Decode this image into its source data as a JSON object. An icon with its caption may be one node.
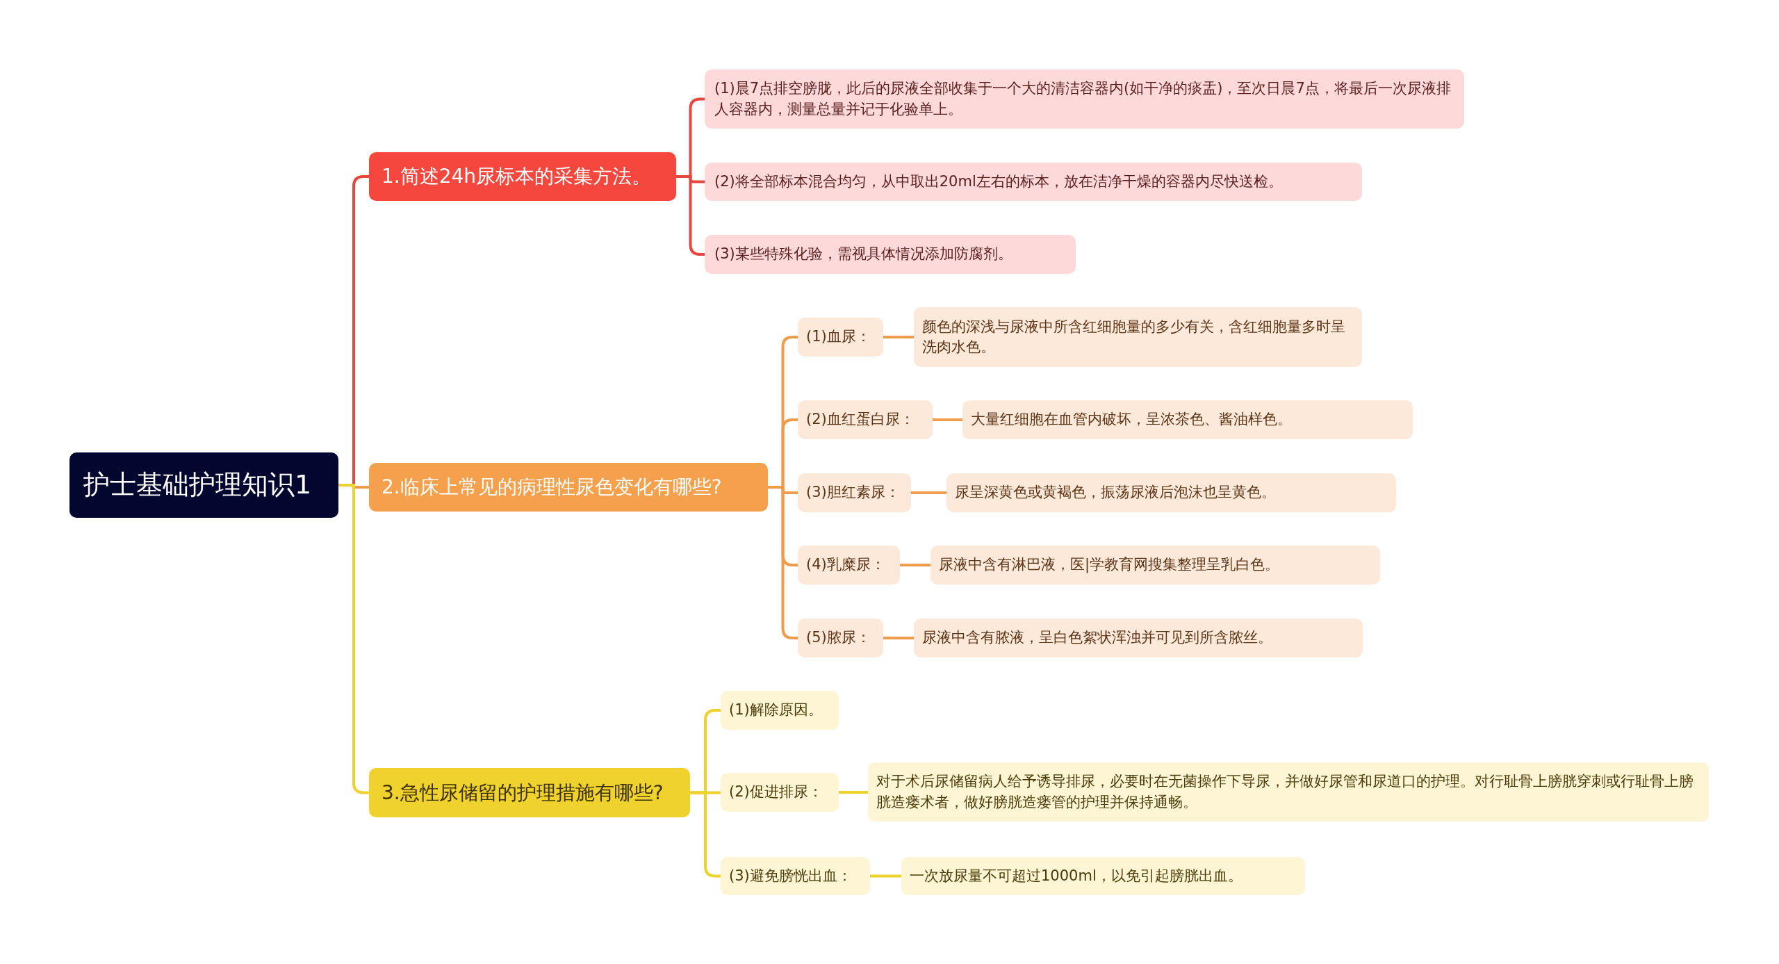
{
  "diagram": {
    "nodes": [
      {
        "text": [
          "护士基础护理知识1"
        ]
      },
      {
        "text": [
          "1.简述24h尿标本的采集方法。"
        ]
      },
      {
        "text": [
          "2.临床上常见的病理性尿色变化有哪些?"
        ]
      },
      {
        "text": [
          "3.急性尿储留的护理措施有哪些?"
        ]
      },
      {
        "text": [
          "(1)晨7点排空膀胧，此后的尿液全部收集于一个大的清洁容器内(如干净的痰盂)，至次日晨7点，将最后一次尿液排人容器内，测量总量并记于化验单上。"
        ]
      },
      {
        "text": [
          "(2)将全部标本混合均匀，从中取出20ml左右的标本，放在洁净干燥的容器内尽快送检。"
        ]
      },
      {
        "text": [
          "(3)某些特殊化验，需视具体情况添加防腐剂。"
        ]
      },
      {
        "text": [
          "(1)血尿："
        ]
      },
      {
        "text": [
          "颜色的深浅与尿液中所含红细胞量的多少有关，含红细胞量多时呈洗肉水色。"
        ]
      },
      {
        "text": [
          "(2)血红蛋白尿："
        ]
      },
      {
        "text": [
          "大量红细胞在血管内破坏，呈浓茶色、酱油样色。"
        ]
      },
      {
        "text": [
          "(3)胆红素尿："
        ]
      },
      {
        "text": [
          "尿呈深黄色或黄褐色，振荡尿液后泡沫也呈黄色。"
        ]
      },
      {
        "text": [
          "(4)乳糜尿："
        ]
      },
      {
        "text": [
          "尿液中含有淋巴液，医|学教育网搜集整理呈乳白色。"
        ]
      },
      {
        "text": [
          "(5)脓尿："
        ]
      },
      {
        "text": [
          "尿液中含有脓液，呈白色絮状浑浊并可见到所含脓丝。"
        ]
      },
      {
        "text": [
          "(1)解除原因。"
        ]
      },
      {
        "text": [
          "(2)促进排尿："
        ]
      },
      {
        "text": [
          "对于术后尿储留病人给予诱导排尿，必要时在无菌操作下导尿，并做好尿管和尿道口的护理。对行耻骨上膀胱穿刺或行耻骨上膀胱造瘘术者，做好膀胱造瘘管的护理并保持通畅。"
        ]
      },
      {
        "text": [
          "(3)避免膀恍出血："
        ]
      },
      {
        "text": [
          "一次放尿量不可超过1000ml，以免引起膀胱出血。"
        ]
      }
    ],
    "edges": [
      {
        "from": 0,
        "to": 1,
        "arrow": "none",
        "color": "#e8473f"
      },
      {
        "from": 0,
        "to": 2,
        "arrow": "none",
        "color": "#f19c4a"
      },
      {
        "from": 0,
        "to": 3,
        "arrow": "none",
        "color": "#efd12c"
      },
      {
        "from": 1,
        "to": 4,
        "arrow": "none",
        "color": "#e8473f"
      },
      {
        "from": 1,
        "to": 5,
        "arrow": "none",
        "color": "#e8473f"
      },
      {
        "from": 1,
        "to": 6,
        "arrow": "none",
        "color": "#e8473f"
      },
      {
        "from": 2,
        "to": 7,
        "arrow": "none",
        "color": "#f19c4a"
      },
      {
        "from": 7,
        "to": 8,
        "arrow": "none",
        "color": "#f19c4a"
      },
      {
        "from": 2,
        "to": 9,
        "arrow": "none",
        "color": "#f19c4a"
      },
      {
        "from": 9,
        "to": 10,
        "arrow": "none",
        "color": "#f19c4a"
      },
      {
        "from": 2,
        "to": 11,
        "arrow": "none",
        "color": "#f19c4a"
      },
      {
        "from": 11,
        "to": 12,
        "arrow": "none",
        "color": "#f19c4a"
      },
      {
        "from": 2,
        "to": 13,
        "arrow": "none",
        "color": "#f19c4a"
      },
      {
        "from": 13,
        "to": 14,
        "arrow": "none",
        "color": "#f19c4a"
      },
      {
        "from": 2,
        "to": 15,
        "arrow": "none",
        "color": "#f19c4a"
      },
      {
        "from": 15,
        "to": 16,
        "arrow": "none",
        "color": "#f19c4a"
      },
      {
        "from": 3,
        "to": 17,
        "arrow": "none",
        "color": "#efd12c"
      },
      {
        "from": 3,
        "to": 18,
        "arrow": "none",
        "color": "#efd12c"
      },
      {
        "from": 18,
        "to": 19,
        "arrow": "none",
        "color": "#efd12c"
      },
      {
        "from": 3,
        "to": 20,
        "arrow": "none",
        "color": "#efd12c"
      },
      {
        "from": 20,
        "to": 21,
        "arrow": "none",
        "color": "#efd12c"
      }
    ]
  }
}
